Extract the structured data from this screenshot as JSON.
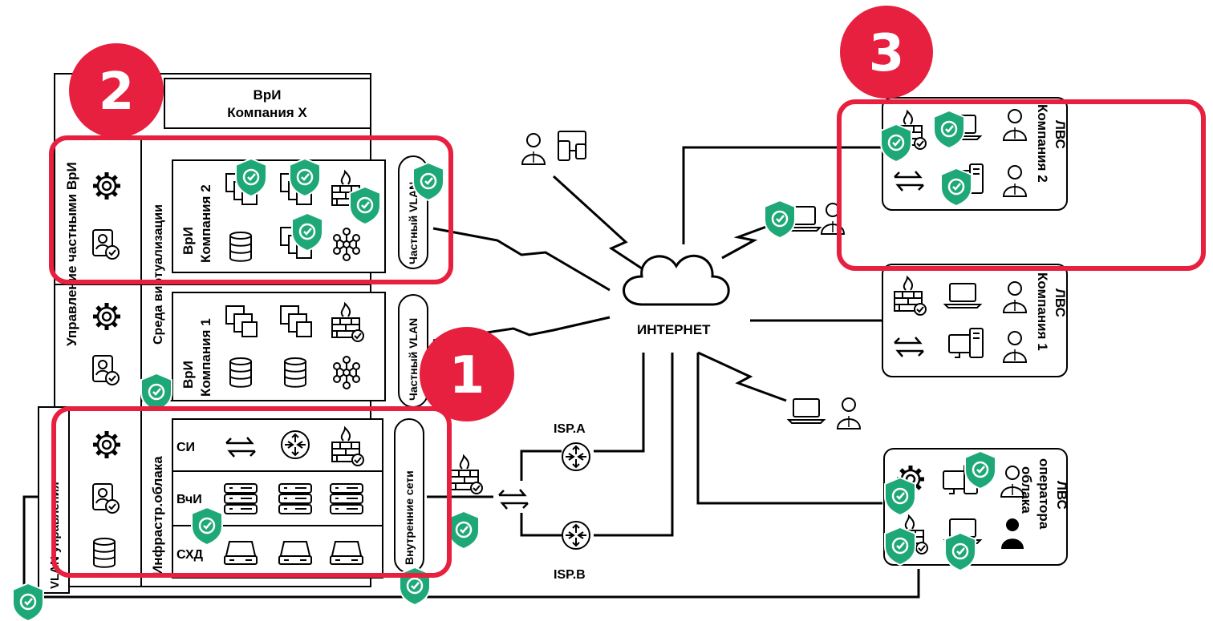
{
  "badges": [
    "1",
    "2",
    "3"
  ],
  "cloud": {
    "vri_company_x": "ВрИ\nКомпания X",
    "mgmt_private_vri": "Управление частными ВрИ",
    "virt_env": "Среда виртуализации",
    "vri_company_2": "ВрИ\nКомпания 2",
    "vri_company_1": "ВрИ\nКомпания 1",
    "private_vlan": "Частный VLAN",
    "vlan_mgmt": "VLAN управления",
    "infra": "Инфрастр.облака",
    "si": "СИ",
    "vchi": "ВчИ",
    "shd": "СХД",
    "internal_nets": "Внутренние сети"
  },
  "network": {
    "internet": "ИНТЕРНЕТ",
    "isp_a": "ISP.A",
    "isp_b": "ISP.B"
  },
  "lans": {
    "company2": "ЛВС\nКомпания 2",
    "company1": "ЛВС\nКомпания 1",
    "operator": "ЛВС\nоператора\nоблака"
  },
  "colors": {
    "highlight": "#e8203f",
    "shield": "#1ea877",
    "line": "#000000"
  },
  "icons": [
    "gear-icon",
    "user-check-icon",
    "database-icon",
    "vm-stack-icon",
    "firewall-icon",
    "network-graph-icon",
    "switch-arrows-icon",
    "router-icon",
    "server-rack-icon",
    "storage-icon",
    "laptop-icon",
    "phone-tablet-icon",
    "monitor-icon",
    "desktop-tower-icon",
    "user-icon",
    "shield-check-icon",
    "cloud-icon"
  ]
}
